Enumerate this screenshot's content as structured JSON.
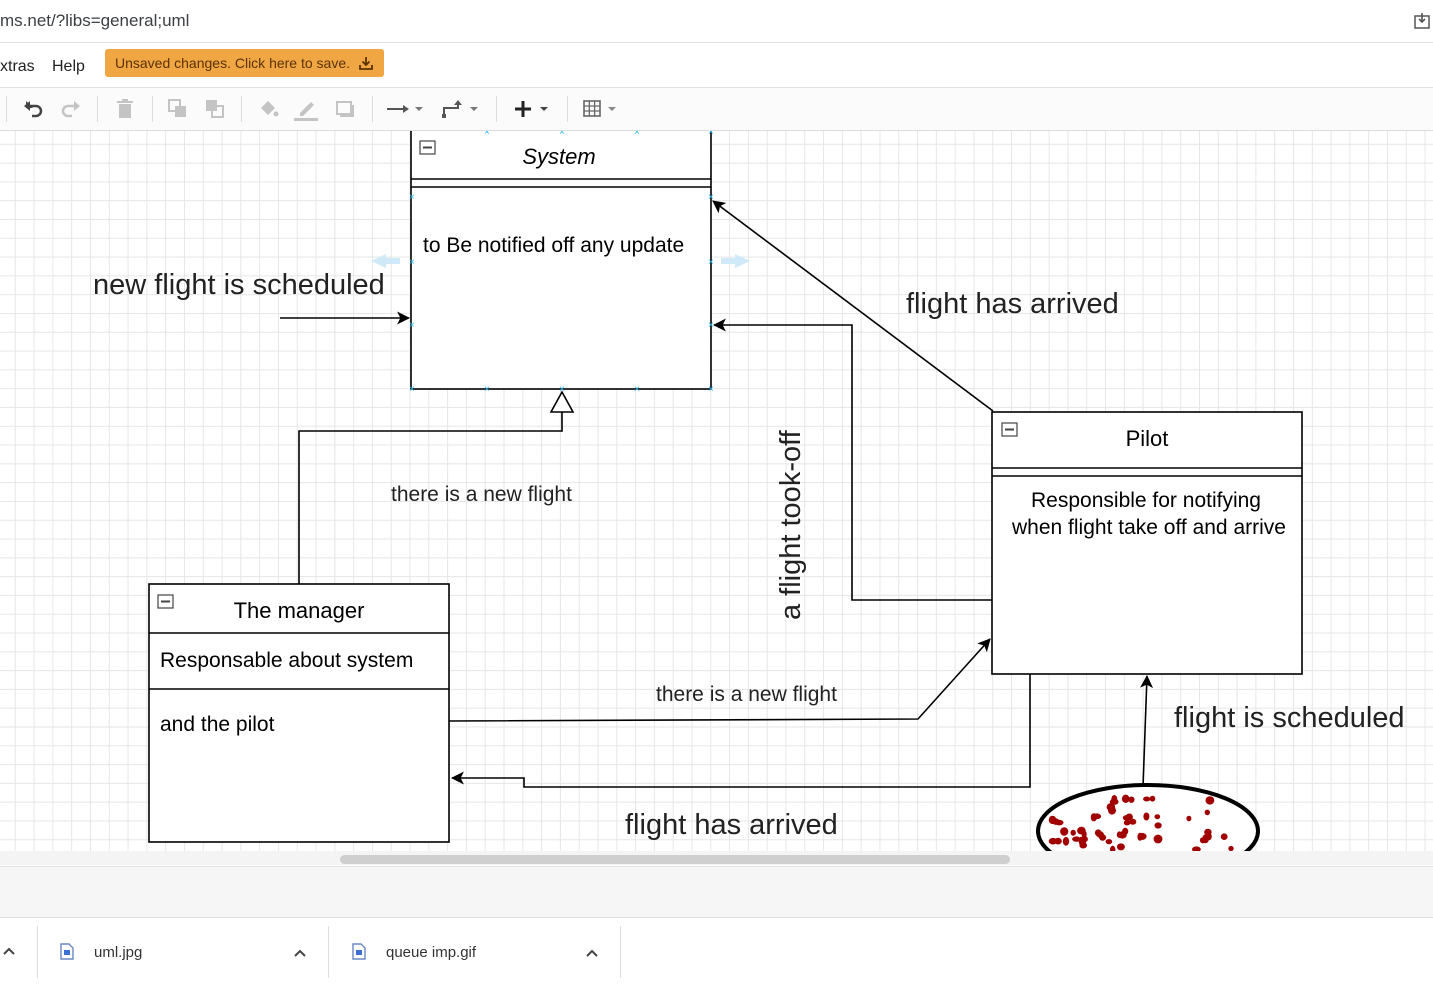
{
  "browser": {
    "url": "ms.net/?libs=general;uml",
    "download_icon": "download-icon"
  },
  "menu": {
    "items": [
      "xtras",
      "Help"
    ],
    "save_banner": "Unsaved changes. Click here to save."
  },
  "toolbar": {
    "icons": [
      "undo-icon",
      "redo-icon",
      "delete-icon",
      "to-front-icon",
      "to-back-icon",
      "fill-color-icon",
      "line-color-icon",
      "shadow-icon",
      "connection-icon",
      "waypoints-icon",
      "insert-icon",
      "table-icon"
    ]
  },
  "diagram": {
    "system": {
      "title": "System",
      "body": "to Be notified off any update"
    },
    "pilot": {
      "title": "Pilot",
      "body_line1": "Responsible for notifying",
      "body_line2": "when flight take off and arrive"
    },
    "manager": {
      "title": "The manager",
      "attr": "Responsable about system",
      "body": "and the pilot"
    },
    "labels": {
      "new_flight_scheduled": "new flight is scheduled",
      "flight_arrived_top": "flight has arrived",
      "took_off": "a flight took-off",
      "new_flight_1": "there is a new flight",
      "new_flight_2": "there is a new flight",
      "flight_scheduled": "flight is scheduled",
      "flight_arrived_bottom": "flight has arrived"
    }
  },
  "downloads": [
    {
      "name": "uml.jpg",
      "icon": "file-icon"
    },
    {
      "name": "queue imp.gif",
      "icon": "file-icon"
    }
  ],
  "colors": {
    "save_banner": "#f0a642",
    "selection": "#29b6f2",
    "blob": "#a00000"
  }
}
